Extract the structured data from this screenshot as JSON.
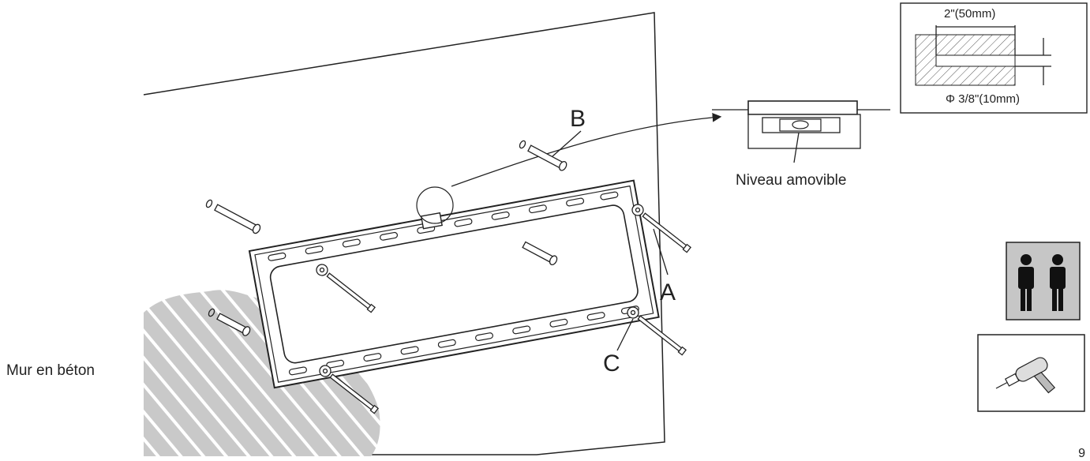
{
  "labels": {
    "b": "B",
    "a": "A",
    "c": "C",
    "wall": "Mur en béton",
    "level": "Niveau amovible",
    "depth": "2\"(50mm)",
    "diameter": "Φ   3/8\"(10mm)"
  },
  "page_number": "9",
  "icons": {
    "people": "two-persons-icon",
    "drill": "drill-icon"
  }
}
